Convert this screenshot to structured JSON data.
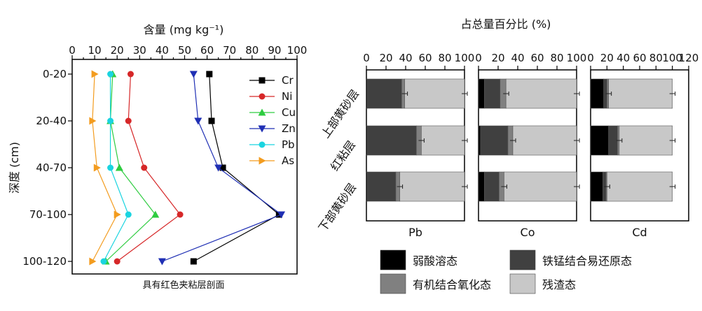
{
  "chart_data": [
    {
      "type": "line",
      "title": "具有红色夹粘层剖面",
      "xlabel": "含量 (mg kg⁻¹)",
      "ylabel": "深度 (cm)",
      "xlim": [
        0,
        100
      ],
      "x_ticks": [
        "0",
        "10",
        "20",
        "30",
        "40",
        "50",
        "60",
        "70",
        "80",
        "90",
        "100"
      ],
      "depths": [
        "0-20",
        "20-40",
        "40-70",
        "70-100",
        "100-120"
      ],
      "legend_position": "right",
      "series": [
        {
          "name": "Cr",
          "color": "#000000",
          "marker": "square",
          "values": [
            61,
            62,
            67,
            92,
            54
          ]
        },
        {
          "name": "Ni",
          "color": "#d62728",
          "marker": "circle",
          "values": [
            26,
            25,
            32,
            48,
            20
          ]
        },
        {
          "name": "Cu",
          "color": "#2ecc40",
          "marker": "triangle-up",
          "values": [
            18,
            17,
            21,
            37,
            15
          ]
        },
        {
          "name": "Zn",
          "color": "#1f2fb4",
          "marker": "triangle-down",
          "values": [
            54,
            56,
            65,
            93,
            40
          ]
        },
        {
          "name": "Pb",
          "color": "#1ad4e0",
          "marker": "circle",
          "values": [
            17,
            17,
            17,
            25,
            14
          ]
        },
        {
          "name": "As",
          "color": "#f39c1f",
          "marker": "triangle-right",
          "values": [
            10,
            9,
            11,
            20,
            9
          ]
        }
      ]
    },
    {
      "type": "bar",
      "orientation": "horizontal-stacked",
      "title": "占总量百分比 (%)",
      "layers": [
        "上部黄砂层",
        "红粘层",
        "下部黄砂层"
      ],
      "x_ticks": [
        "0",
        "20",
        "40",
        "60",
        "80",
        "100"
      ],
      "x_ticks_cd": [
        "0",
        "20",
        "40",
        "60",
        "80",
        "100",
        "120"
      ],
      "legend": [
        {
          "name": "弱酸溶态",
          "color": "#000000"
        },
        {
          "name": "铁锰结合易还原态",
          "color": "#404040"
        },
        {
          "name": "有机结合氧化态",
          "color": "#808080"
        },
        {
          "name": "残渣态",
          "color": "#c8c8c8"
        }
      ],
      "panels": [
        {
          "name": "Pb",
          "xlim": [
            0,
            100
          ],
          "data": [
            [
              1,
              35,
              3,
              61
            ],
            [
              1,
              50,
              5,
              44
            ],
            [
              1,
              29,
              4,
              66
            ]
          ]
        },
        {
          "name": "Co",
          "xlim": [
            0,
            100
          ],
          "data": [
            [
              6,
              16,
              6,
              72
            ],
            [
              2,
              28,
              5,
              65
            ],
            [
              6,
              15,
              5,
              74
            ]
          ]
        },
        {
          "name": "Cd",
          "xlim": [
            0,
            120
          ],
          "data": [
            [
              16,
              4,
              2,
              78
            ],
            [
              22,
              11,
              2,
              65
            ],
            [
              15,
              4,
              1,
              80
            ]
          ]
        }
      ]
    }
  ]
}
